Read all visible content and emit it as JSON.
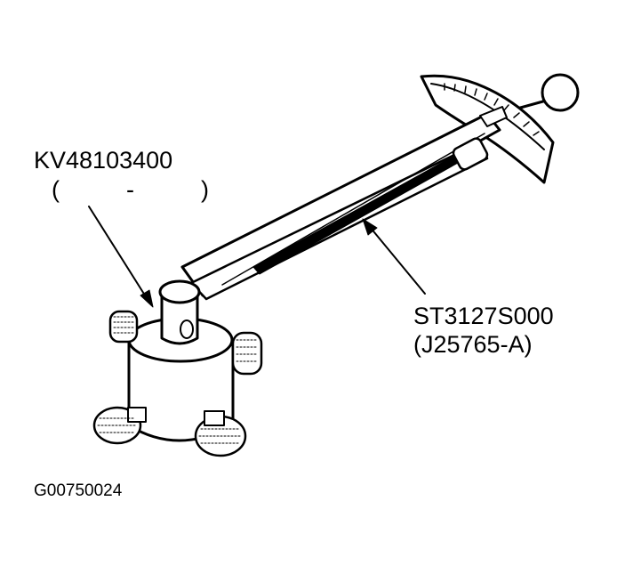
{
  "labels": {
    "adapter_part": "KV48103400",
    "adapter_paren": "(          -          )",
    "wrench_part": "ST3127S000",
    "wrench_alt": "(J25765-A)",
    "figure_code": "G00750024"
  },
  "icons": {
    "wrench": "torque-wrench-illustration",
    "adapter": "preload-adapter-illustration"
  }
}
